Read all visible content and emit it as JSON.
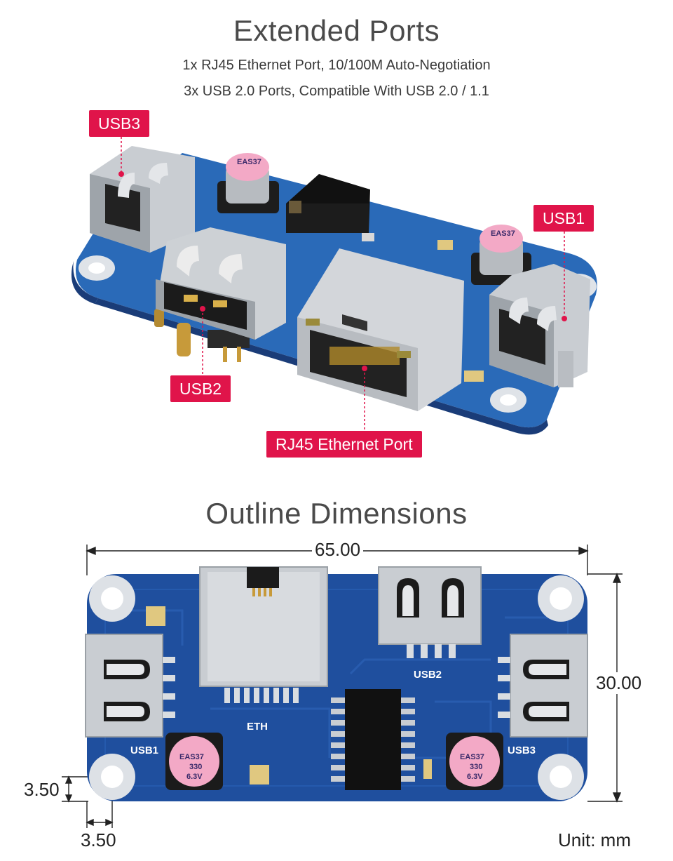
{
  "header": {
    "title": "Extended Ports",
    "line1": "1x RJ45 Ethernet Port, 10/100M Auto-Negotiation",
    "line2": "3x USB 2.0 Ports, Compatible With USB 2.0 / 1.1"
  },
  "labels": {
    "usb3": "USB3",
    "usb1": "USB1",
    "usb2": "USB2",
    "rj45": "RJ45 Ethernet Port"
  },
  "capacitor_marking": {
    "line1": "EAS37",
    "line2": "330",
    "line3": "6.3V"
  },
  "outline": {
    "title": "Outline Dimensions",
    "width": "65.00",
    "height": "30.00",
    "hole_y": "3.50",
    "hole_x": "3.50",
    "unit": "Unit: mm",
    "silk": {
      "eth": "ETH",
      "usb1": "USB1",
      "usb2": "USB2",
      "usb3": "USB3"
    }
  },
  "colors": {
    "accent_tag": "#e0144a",
    "pcb_blue": "#1f4f9e",
    "pcb_dark": "#163c7e"
  }
}
